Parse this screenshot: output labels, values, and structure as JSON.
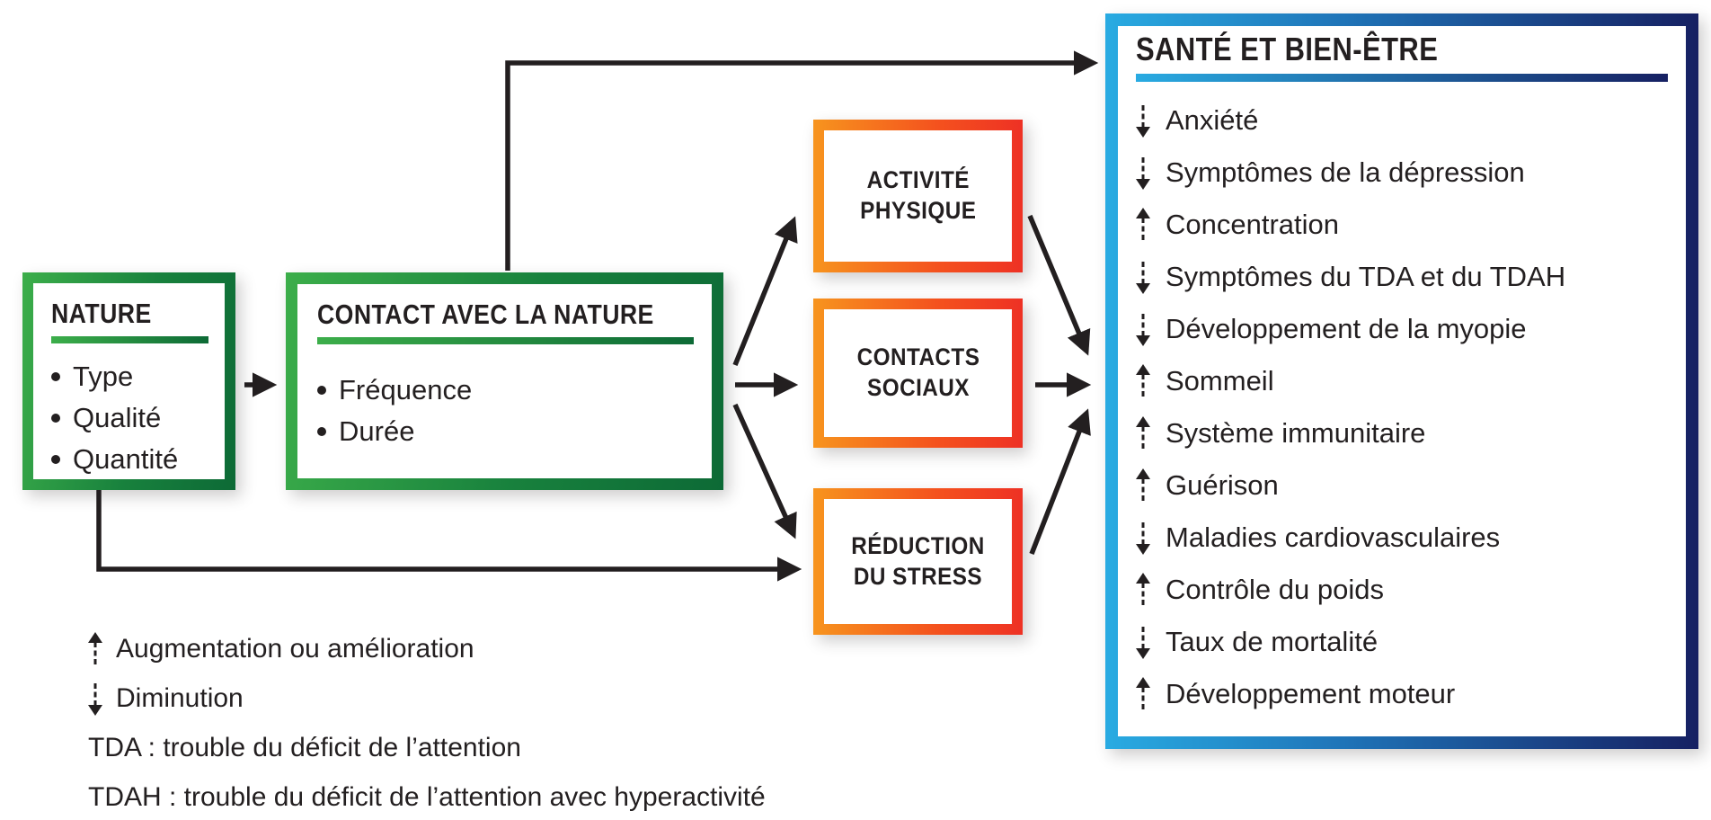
{
  "colors": {
    "text": "#231f20",
    "connector_arrows": "#231f20",
    "green_gradient_light": "#3cae4a",
    "green_gradient_dark": "#0d6a36",
    "orange_gradient_light": "#f7941e",
    "orange_gradient_dark": "#ee3124",
    "blue_gradient_light": "#29abe2",
    "blue_gradient_dark": "#162062",
    "background": "#ffffff"
  },
  "nature_box": {
    "title": "NATURE",
    "items": [
      "Type",
      "Qualité",
      "Quantité"
    ]
  },
  "contact_box": {
    "title": "CONTACT AVEC LA NATURE",
    "items": [
      "Fréquence",
      "Durée"
    ]
  },
  "mediator_boxes": [
    {
      "line1": "ACTIVITÉ",
      "line2": "PHYSIQUE"
    },
    {
      "line1": "CONTACTS",
      "line2": "SOCIAUX"
    },
    {
      "line1": "RÉDUCTION",
      "line2": "DU STRESS"
    }
  ],
  "health_box": {
    "title": "SANTÉ ET BIEN-ÊTRE",
    "items": [
      {
        "direction": "down",
        "label": "Anxiété"
      },
      {
        "direction": "down",
        "label": "Symptômes de la dépression"
      },
      {
        "direction": "up",
        "label": "Concentration"
      },
      {
        "direction": "down",
        "label": "Symptômes du TDA et du TDAH"
      },
      {
        "direction": "down",
        "label": "Développement de la myopie"
      },
      {
        "direction": "up",
        "label": "Sommeil"
      },
      {
        "direction": "up",
        "label": "Système immunitaire"
      },
      {
        "direction": "up",
        "label": "Guérison"
      },
      {
        "direction": "down",
        "label": "Maladies cardiovasculaires"
      },
      {
        "direction": "up",
        "label": "Contrôle du poids"
      },
      {
        "direction": "down",
        "label": "Taux de mortalité"
      },
      {
        "direction": "up",
        "label": "Développement moteur"
      }
    ]
  },
  "legend": {
    "up_label": "Augmentation ou amélioration",
    "down_label": "Diminution",
    "tda": "TDA : trouble du déficit de l’attention",
    "tdah": "TDAH : trouble du déficit de l’attention avec hyperactivité"
  }
}
